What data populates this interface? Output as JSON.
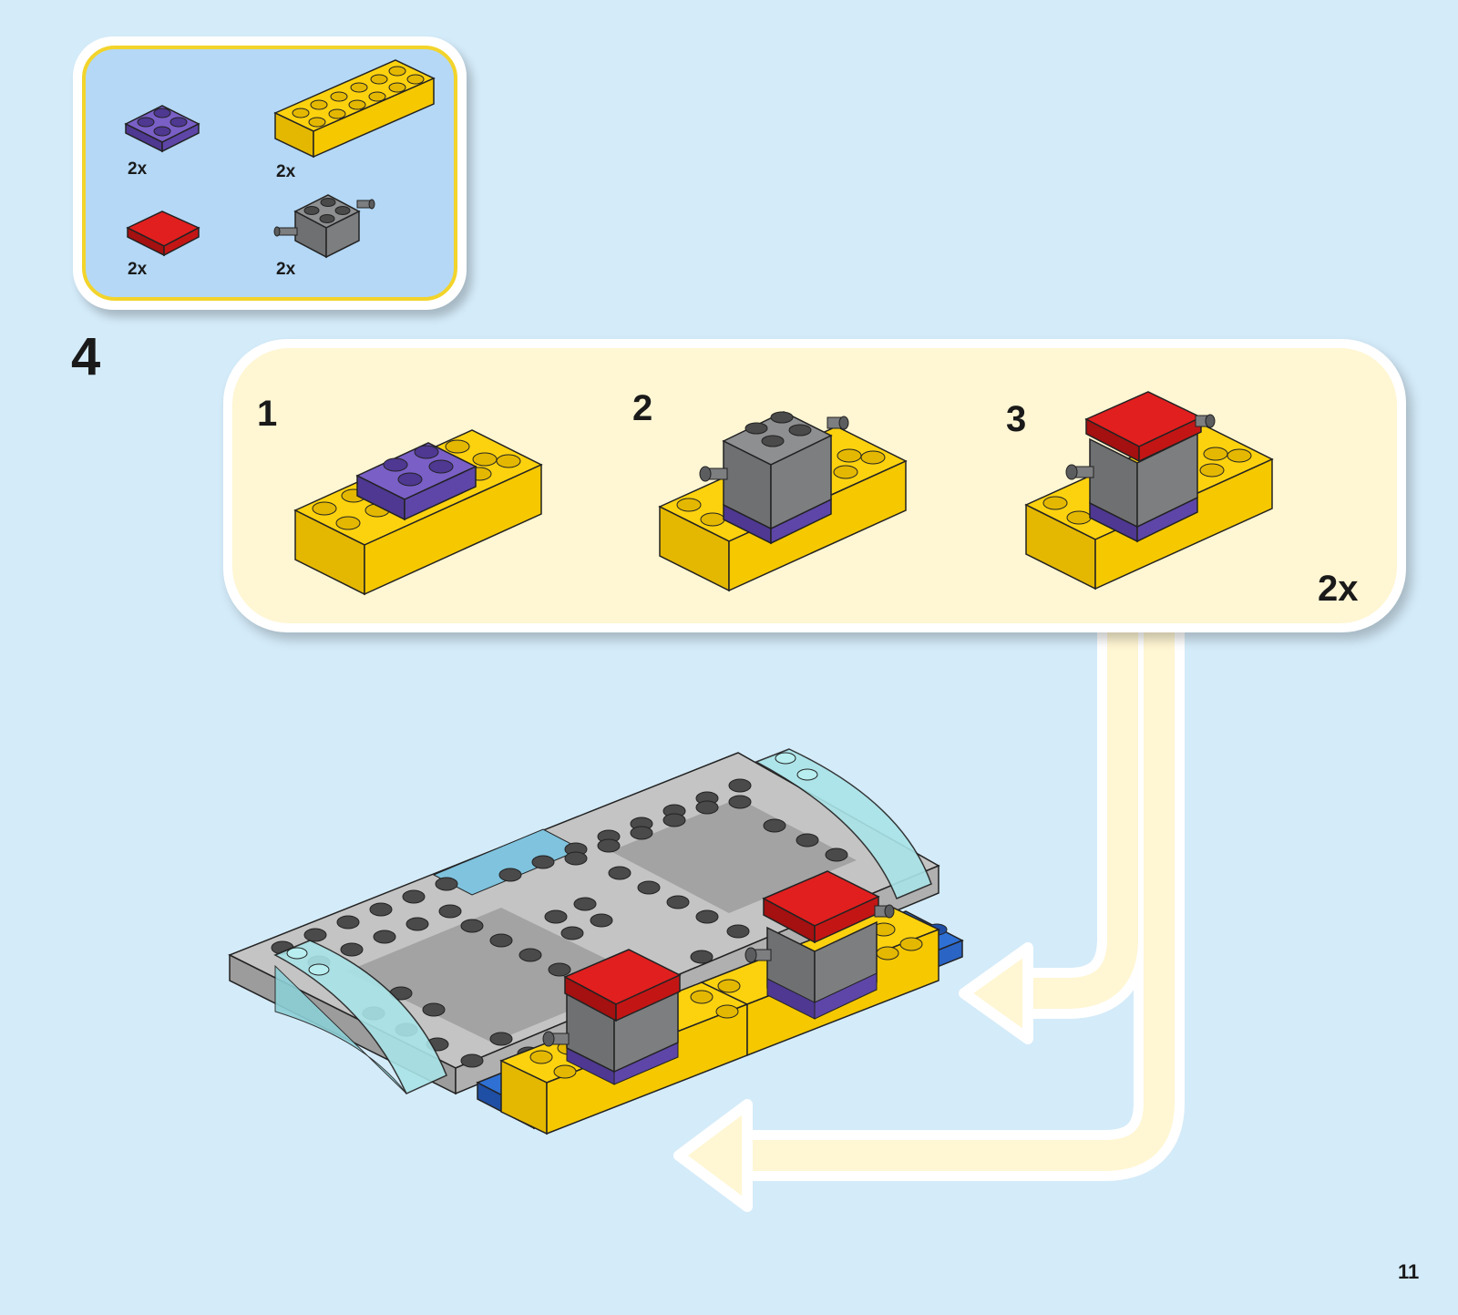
{
  "parts_list": {
    "items": [
      {
        "name": "purple 2x2 plate",
        "qty": "2x",
        "color": "#6a4fb3"
      },
      {
        "name": "yellow 2x6 brick",
        "qty": "2x",
        "color": "#fcd20f"
      },
      {
        "name": "red 2x2 tile",
        "qty": "2x",
        "color": "#dd1c1c"
      },
      {
        "name": "dark grey 2x2 brick with pins",
        "qty": "2x",
        "color": "#7d7e80"
      }
    ]
  },
  "step": {
    "number": "4",
    "sub_steps": [
      {
        "number": "1"
      },
      {
        "number": "2"
      },
      {
        "number": "3"
      }
    ],
    "multiplier": "2x"
  },
  "colors": {
    "background": "#d4ebf9",
    "parts_box": "#b4d8f6",
    "parts_border": "#f2d42b",
    "substep_box": "#fff6d3",
    "light_grey": "#bcbcbc",
    "dark_stud": "#4a4a4a",
    "blue_plate": "#2a64c5",
    "trans_light_blue": "#a9e4e8"
  },
  "page": {
    "number": "11"
  }
}
